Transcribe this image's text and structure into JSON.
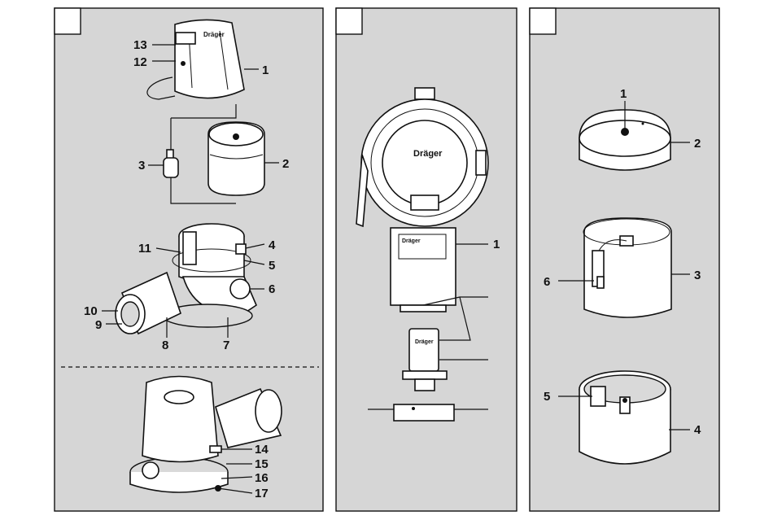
{
  "colors": {
    "panel_bg": "#d6d6d6",
    "line": "#111111",
    "part_fill": "#ffffff"
  },
  "panels": [
    {
      "callouts": [
        "13",
        "12",
        "1",
        "3",
        "2",
        "11",
        "4",
        "5",
        "6",
        "10",
        "9",
        "8",
        "7",
        "14",
        "15",
        "16",
        "17"
      ]
    },
    {
      "callouts": [
        "1"
      ],
      "brand_text": "Dräger",
      "nameplate_text": "Dräger"
    },
    {
      "callouts": [
        "1",
        "2",
        "3",
        "6",
        "5",
        "4"
      ]
    }
  ]
}
